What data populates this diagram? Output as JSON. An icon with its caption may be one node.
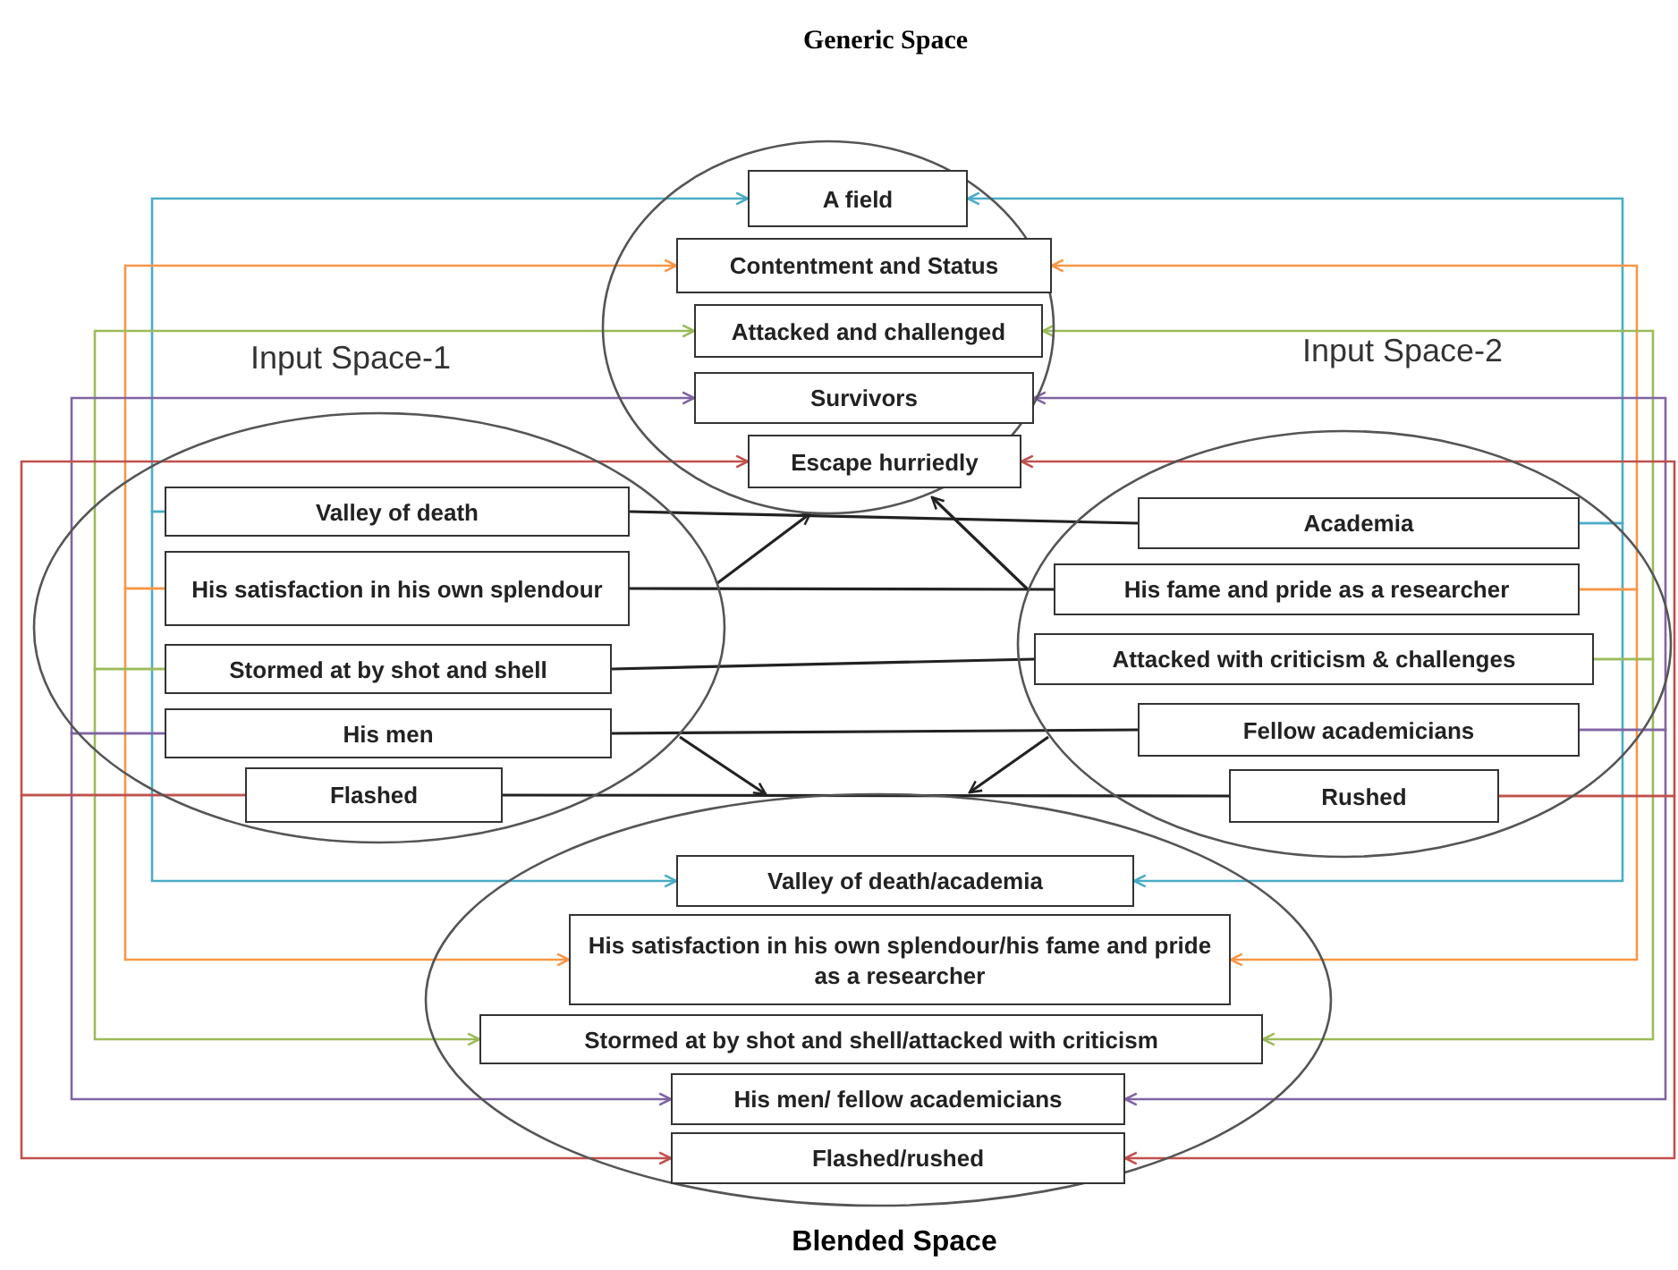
{
  "diagram": {
    "nodes": [
      {
        "text": [
          "Generic Space"
        ]
      },
      {
        "text": [
          "A field"
        ],
        "in": 0
      },
      {
        "text": [
          "Contentment and Status"
        ],
        "in": 0
      },
      {
        "text": [
          "Attacked and challenged"
        ],
        "in": 0
      },
      {
        "text": [
          "Survivors"
        ],
        "in": 0
      },
      {
        "text": [
          "Escape hurriedly"
        ],
        "in": 0
      },
      {
        "text": [
          "Input Space-1"
        ]
      },
      {
        "text": [
          "Valley of death"
        ],
        "in": 6
      },
      {
        "text": [
          "His satisfaction in his own splendour"
        ],
        "in": 6
      },
      {
        "text": [
          "Stormed at by shot and shell"
        ],
        "in": 6
      },
      {
        "text": [
          "His men"
        ],
        "in": 6
      },
      {
        "text": [
          "Flashed"
        ],
        "in": 6
      },
      {
        "text": [
          "Input Space-2"
        ]
      },
      {
        "text": [
          "Academia"
        ],
        "in": 12
      },
      {
        "text": [
          "His fame and pride as a researcher"
        ],
        "in": 12
      },
      {
        "text": [
          "Attacked with criticism & challenges"
        ],
        "in": 12
      },
      {
        "text": [
          "Fellow academicians"
        ],
        "in": 12
      },
      {
        "text": [
          "Rushed"
        ],
        "in": 12
      },
      {
        "text": [
          "Blended Space"
        ]
      },
      {
        "text": [
          "Valley of death/academia"
        ],
        "in": 18
      },
      {
        "text": [
          "His satisfaction in his own splendour/his fame and pride as a researcher"
        ],
        "in": 18
      },
      {
        "text": [
          "Stormed at by shot and shell/attacked with criticism"
        ],
        "in": 18
      },
      {
        "text": [
          "His men/ fellow academicians"
        ],
        "in": 18
      },
      {
        "text": [
          "Flashed/rushed"
        ],
        "in": 18
      }
    ],
    "edges": [
      {
        "from": 7,
        "to": 1,
        "arrow": "to",
        "color": "#4bacc6"
      },
      {
        "from": 7,
        "to": 19,
        "arrow": "to",
        "color": "#4bacc6"
      },
      {
        "from": 13,
        "to": 1,
        "arrow": "to",
        "color": "#4bacc6"
      },
      {
        "from": 13,
        "to": 19,
        "arrow": "to",
        "color": "#4bacc6"
      },
      {
        "from": 8,
        "to": 2,
        "arrow": "to",
        "color": "#f79646"
      },
      {
        "from": 8,
        "to": 20,
        "arrow": "to",
        "color": "#f79646"
      },
      {
        "from": 14,
        "to": 2,
        "arrow": "to",
        "color": "#f79646"
      },
      {
        "from": 14,
        "to": 20,
        "arrow": "to",
        "color": "#f79646"
      },
      {
        "from": 9,
        "to": 3,
        "arrow": "to",
        "color": "#9bbb59"
      },
      {
        "from": 9,
        "to": 21,
        "arrow": "to",
        "color": "#9bbb59"
      },
      {
        "from": 15,
        "to": 3,
        "arrow": "to",
        "color": "#9bbb59"
      },
      {
        "from": 15,
        "to": 21,
        "arrow": "to",
        "color": "#9bbb59"
      },
      {
        "from": 10,
        "to": 4,
        "arrow": "to",
        "color": "#8064a2"
      },
      {
        "from": 10,
        "to": 22,
        "arrow": "to",
        "color": "#8064a2"
      },
      {
        "from": 16,
        "to": 4,
        "arrow": "to",
        "color": "#8064a2"
      },
      {
        "from": 16,
        "to": 22,
        "arrow": "to",
        "color": "#8064a2"
      },
      {
        "from": 11,
        "to": 5,
        "arrow": "to",
        "color": "#c0504d"
      },
      {
        "from": 11,
        "to": 23,
        "arrow": "to",
        "color": "#c0504d"
      },
      {
        "from": 17,
        "to": 5,
        "arrow": "to",
        "color": "#c0504d"
      },
      {
        "from": 17,
        "to": 23,
        "arrow": "to",
        "color": "#c0504d"
      },
      {
        "from": 7,
        "to": 13,
        "arrow": "none"
      },
      {
        "from": 8,
        "to": 14,
        "arrow": "none"
      },
      {
        "from": 9,
        "to": 15,
        "arrow": "none"
      },
      {
        "from": 10,
        "to": 16,
        "arrow": "none"
      },
      {
        "from": 11,
        "to": 17,
        "arrow": "none"
      },
      {
        "from": 6,
        "to": 0,
        "arrow": "to"
      },
      {
        "from": 12,
        "to": 0,
        "arrow": "to"
      },
      {
        "from": 6,
        "to": 18,
        "arrow": "to"
      },
      {
        "from": 12,
        "to": 18,
        "arrow": "to"
      }
    ]
  }
}
